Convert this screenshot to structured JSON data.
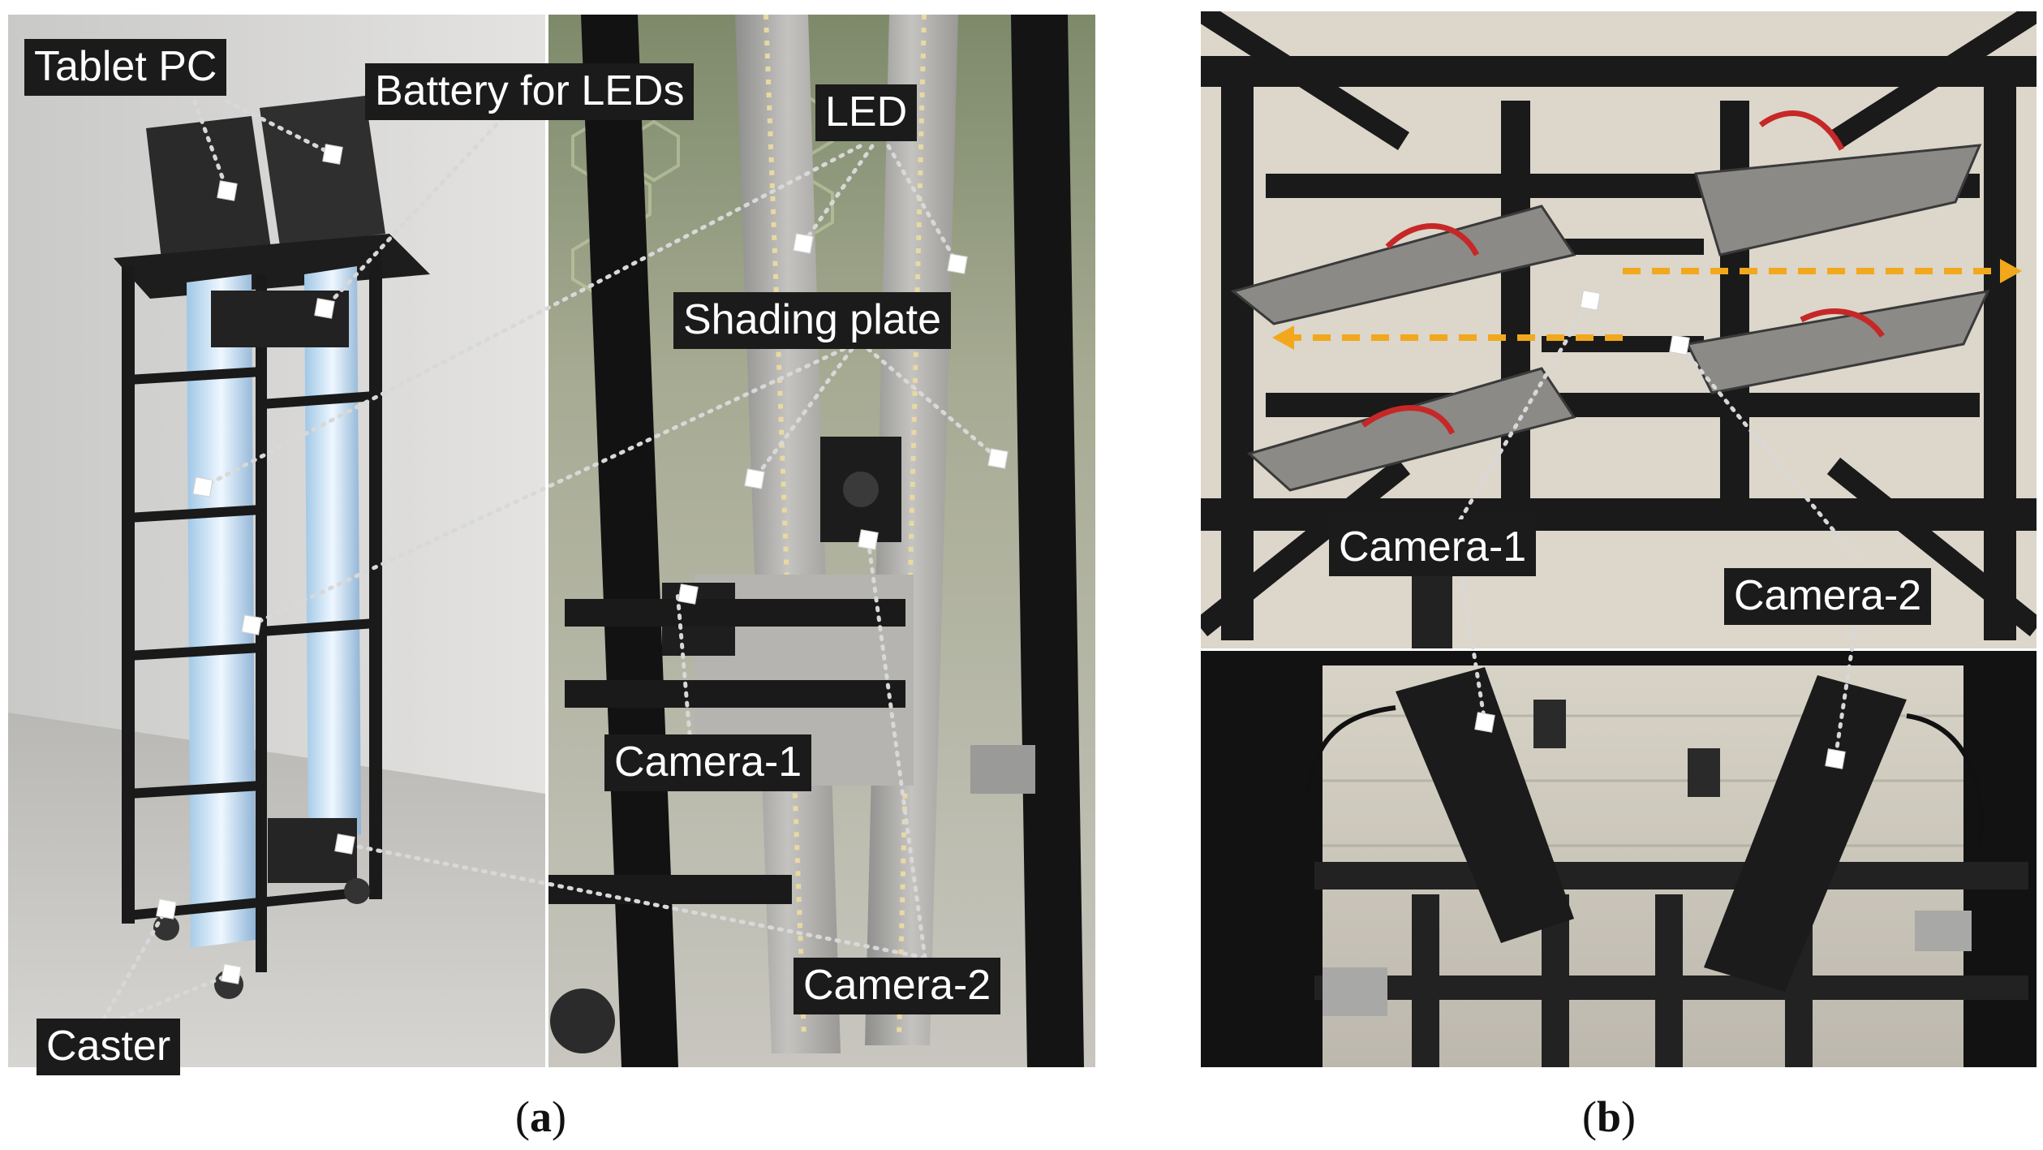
{
  "panels": {
    "a": {
      "caption_letter": "a",
      "labels": {
        "tablet_pc": "Tablet PC",
        "battery": "Battery for LEDs",
        "led": "LED",
        "shading_plate": "Shading plate",
        "camera1": "Camera-1",
        "camera2": "Camera-2",
        "caster": "Caster"
      }
    },
    "b": {
      "caption_letter": "b",
      "labels": {
        "camera1": "Camera-1",
        "camera2": "Camera-2"
      }
    }
  },
  "colors": {
    "label_bg": "#1b1b1b",
    "label_text": "#ffffff",
    "leader": "#d8d8d8",
    "arrow": "#f2a81d",
    "frame": "#1a1a1a"
  }
}
